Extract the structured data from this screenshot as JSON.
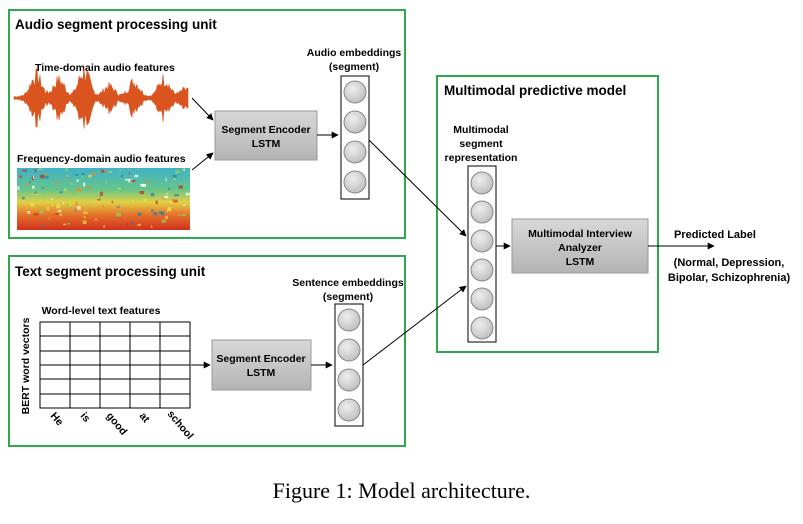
{
  "panels": {
    "audio": {
      "title": "Audio segment processing unit"
    },
    "text": {
      "title": "Text segment processing unit"
    },
    "multimodal": {
      "title": "Multimodal predictive model"
    }
  },
  "audio_features": {
    "time": "Time-domain audio features",
    "frequency": "Frequency-domain audio features"
  },
  "encoders": {
    "audio": {
      "line1": "Segment Encoder",
      "line2": "LSTM"
    },
    "text": {
      "line1": "Segment Encoder",
      "line2": "LSTM"
    },
    "multimodal": {
      "line1": "Multimodal Interview",
      "line2": "Analyzer",
      "line3": "LSTM"
    }
  },
  "embeddings": {
    "audio": {
      "line1": "Audio embeddings",
      "line2": "(segment)"
    },
    "sentence": {
      "line1": "Sentence embeddings",
      "line2": "(segment)"
    },
    "multimodal": {
      "line1": "Multimodal",
      "line2": "segment",
      "line3": "representation"
    }
  },
  "text_features": {
    "title": "Word-level text features",
    "side_label": "BERT word vectors",
    "words": [
      "He",
      "is",
      "good",
      "at",
      "school"
    ]
  },
  "output": {
    "title": "Predicted Label",
    "line1": "(Normal, Depression,",
    "line2": "Bipolar, Schizophrenia)"
  },
  "caption": "Figure 1: Model architecture.",
  "colors": {
    "panel_border": "#2fa84f",
    "encoder_fill": "#c8c8c8",
    "node_fill": "#d0d0d0",
    "waveform": "#d9541e"
  }
}
